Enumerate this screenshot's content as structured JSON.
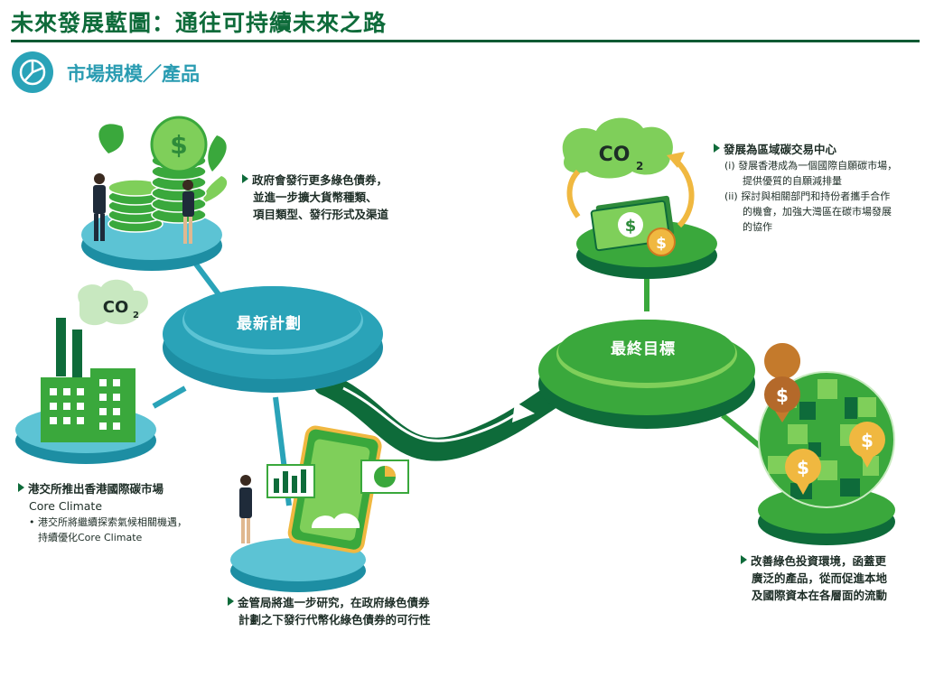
{
  "header": {
    "title": "未來發展藍圖：通往可持續未來之路",
    "section_title": "市場規模／產品"
  },
  "hubs": {
    "plan": "最新計劃",
    "goal": "最終目標"
  },
  "badges": {
    "co2_cloud": "CO",
    "co2_sub": "2",
    "co2_factory": "CO",
    "co2_factory_sub": "2",
    "dollar": "$"
  },
  "notes": {
    "bonds": {
      "lines": [
        "政府會發行更多綠色債券，",
        "並進一步擴大貨幣種類、",
        "項目類型、發行形式及渠道"
      ]
    },
    "carbon_centre": {
      "title": "發展為區域碳交易中心",
      "items": [
        {
          "num": "(i)",
          "lines": [
            "發展香港成為一個國際自願碳市場，",
            "提供優質的自願減排量"
          ]
        },
        {
          "num": "(ii)",
          "lines": [
            "探討與相關部門和持份者攜手合作",
            "的機會，加強大灣區在碳市場發展",
            "的協作"
          ]
        }
      ]
    },
    "core_climate": {
      "title_lines": [
        "港交所推出香港國際碳市場",
        "Core Climate"
      ],
      "sub_lines": [
        "港交所將繼續探索氣候相關機遇，",
        "持續優化Core Climate"
      ]
    },
    "hkma": {
      "lines": [
        "金管局將進一步研究，在政府綠色債券",
        "計劃之下發行代幣化綠色債券的可行性"
      ]
    },
    "green_investment": {
      "lines": [
        "改善綠色投資環境，函蓋更",
        "廣泛的產品，從而促進本地",
        "及國際資本在各層面的流動"
      ]
    }
  },
  "colors": {
    "teal": "#2aa3b8",
    "teal_light": "#5cc3d4",
    "green_dark": "#0e6b3a",
    "green": "#3aa83c",
    "green_light": "#7fcf5a"
  }
}
